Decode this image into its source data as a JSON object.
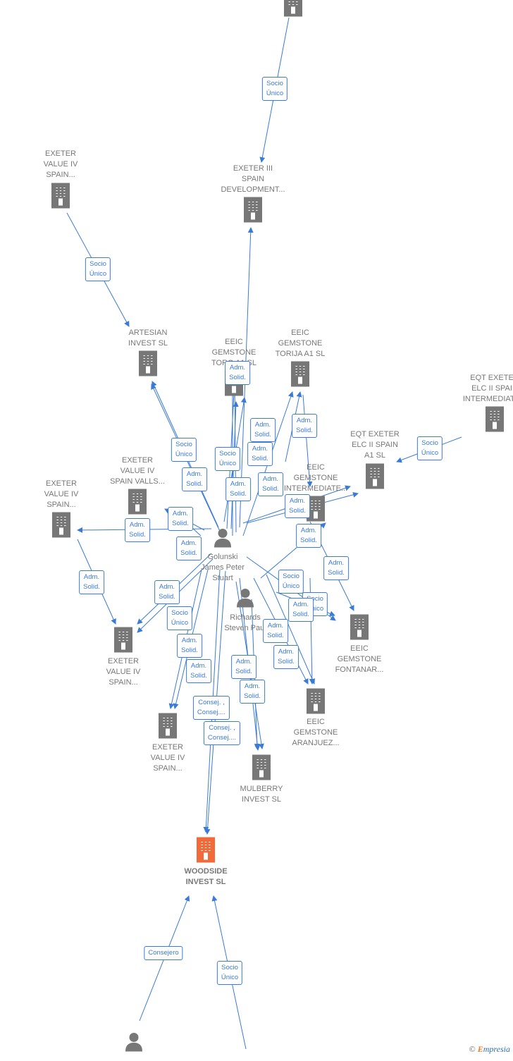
{
  "colors": {
    "edge": "#3a7bd5",
    "company": "#777777",
    "company_primary": "#f26a3a",
    "person": "#777777"
  },
  "nodes": [
    {
      "id": "top",
      "type": "company",
      "label": ""
    },
    {
      "id": "exeter3",
      "type": "company",
      "label": "EXETER III\nSPAIN\nDEVELOPMENT..."
    },
    {
      "id": "exeter4a",
      "type": "company",
      "label": "EXETER\nVALUE IV\nSPAIN..."
    },
    {
      "id": "artesian",
      "type": "company",
      "label": "ARTESIAN\nINVEST  SL"
    },
    {
      "id": "toro",
      "type": "company",
      "label": "EEIC\nGEMSTONE\nTORO A1  SL"
    },
    {
      "id": "torija",
      "type": "company",
      "label": "EEIC\nGEMSTONE\nTORIJA A1  SL"
    },
    {
      "id": "eqtinter",
      "type": "company",
      "label": "EQT EXETER\nELC II SPAIN\nINTERMEDIATE..."
    },
    {
      "id": "eqta1",
      "type": "company",
      "label": "EQT EXETER\nELC II SPAIN\nA1  SL"
    },
    {
      "id": "valls",
      "type": "company",
      "label": "EXETER\nVALUE IV\nSPAIN VALLS..."
    },
    {
      "id": "intermediate",
      "type": "company",
      "label": "EEIC\nGEMSTONE\nINTERMEDIATE..."
    },
    {
      "id": "exeter4b",
      "type": "company",
      "label": "EXETER\nVALUE IV\nSPAIN..."
    },
    {
      "id": "golunski",
      "type": "person",
      "label": "Golunski\nJames Peter\nStuart"
    },
    {
      "id": "richards",
      "type": "person",
      "label": "Richards\nSteven Paul"
    },
    {
      "id": "fontanar",
      "type": "company",
      "label": "EEIC\nGEMSTONE\nFONTANAR..."
    },
    {
      "id": "exeter4c",
      "type": "company",
      "label": "EXETER\nVALUE IV\nSPAIN..."
    },
    {
      "id": "aranjuez",
      "type": "company",
      "label": "EEIC\nGEMSTONE\nARANJUEZ..."
    },
    {
      "id": "exeter4d",
      "type": "company",
      "label": "EXETER\nVALUE IV\nSPAIN..."
    },
    {
      "id": "mulberry",
      "type": "company",
      "label": "MULBERRY\nINVEST SL"
    },
    {
      "id": "woodside",
      "type": "company",
      "primary": true,
      "label": "WOODSIDE\nINVEST  SL"
    },
    {
      "id": "person_bottom",
      "type": "person",
      "label": ""
    }
  ],
  "edge_labels": [
    "Socio\nÚnico",
    "Socio\nÚnico",
    "Adm.\nSolid.",
    "Adm.\nSolid.",
    "Adm.\nSolid.",
    "Socio\nÚnico",
    "Socio\nÚnico",
    "Socio\nÚnico",
    "Adm.\nSolid.",
    "Adm.\nSolid.",
    "Adm.\nSolid.",
    "Adm.\nSolid.",
    "Adm.\nSolid.",
    "Adm.\nSolid.",
    "Adm.\nSolid.",
    "Adm.\nSolid.",
    "Adm.\nSolid.",
    "Adm.\nSolid.",
    "Socio\nÚnico",
    "Socio\nÚnico",
    "Adm.\nSolid.",
    "Adm.\nSolid.",
    "Socio\nÚnico",
    "Adm.\nSolid.",
    "Adm.\nSolid.",
    "Adm.\nSolid.",
    "Adm.\nSolid.",
    "Adm.\nSolid.",
    "Adm.\nSolid.",
    "Adm.\nSolid.",
    "Consej. ,\nConsej....",
    "Consej. ,\nConsej....",
    "Consejero",
    "Socio\nÚnico"
  ],
  "copyright": {
    "symbol": "©",
    "brand_initial": "E",
    "brand_rest": "mpresia"
  }
}
